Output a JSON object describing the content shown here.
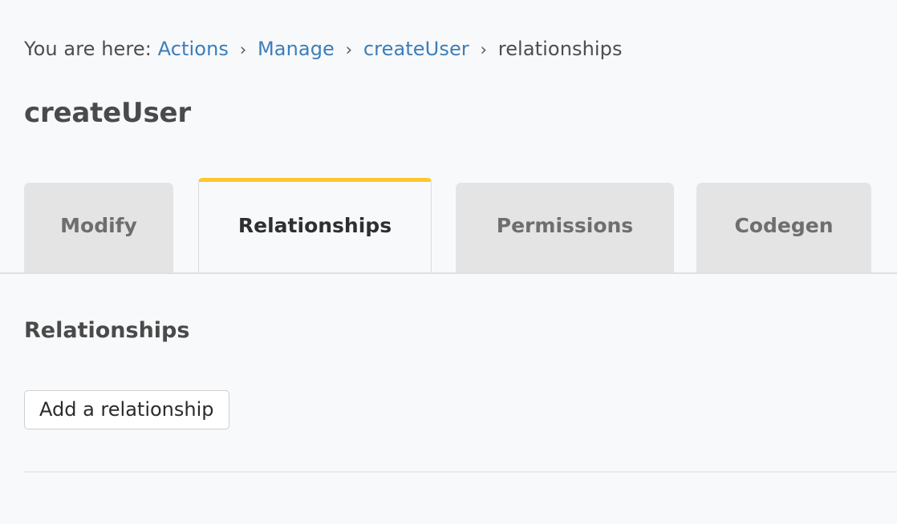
{
  "breadcrumb": {
    "prefix": "You are here:",
    "separator": "›",
    "items": [
      {
        "label": "Actions",
        "is_link": true
      },
      {
        "label": "Manage",
        "is_link": true
      },
      {
        "label": "createUser",
        "is_link": true
      },
      {
        "label": "relationships",
        "is_link": false
      }
    ]
  },
  "page": {
    "title": "createUser"
  },
  "tabs": [
    {
      "label": "Modify",
      "active": false
    },
    {
      "label": "Relationships",
      "active": true
    },
    {
      "label": "Permissions",
      "active": false
    },
    {
      "label": "Codegen",
      "active": false
    }
  ],
  "main": {
    "section_heading": "Relationships",
    "add_relationship_label": "Add a relationship"
  },
  "colors": {
    "page_background": "#f8f9fb",
    "link_blue": "#3c7eb8",
    "active_tab_accent": "#ffc72c",
    "inactive_tab_background": "#e4e4e4",
    "inactive_tab_text": "#6e6e6e",
    "active_tab_text": "#2f2f2f",
    "heading_text": "#4a4a4a",
    "divider": "#e8eaec",
    "button_border": "#cfcfcf",
    "button_background": "#ffffff"
  }
}
